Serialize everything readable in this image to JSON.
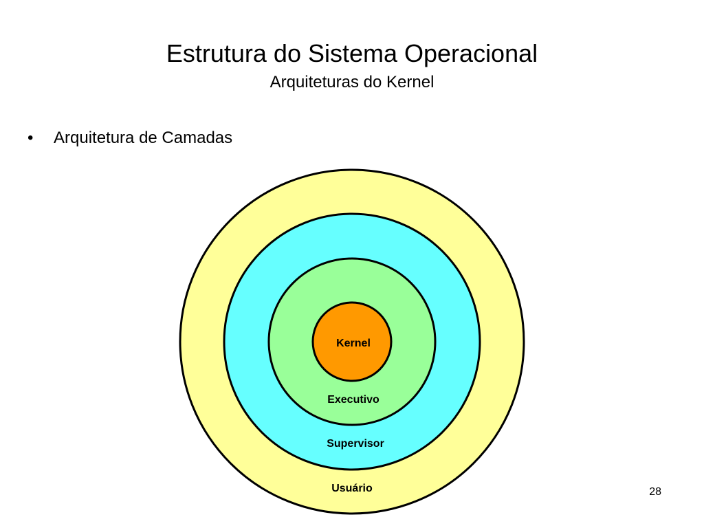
{
  "slide": {
    "title": "Estrutura do Sistema Operacional",
    "subtitle": "Arquiteturas do Kernel",
    "bullets": [
      "Arquitetura de Camadas"
    ],
    "page_number": "28"
  },
  "diagram": {
    "layers": [
      {
        "label": "Usuário",
        "color": "#FFFF99"
      },
      {
        "label": "Supervisor",
        "color": "#66FFFF"
      },
      {
        "label": "Executivo",
        "color": "#99FF99"
      },
      {
        "label": "Kernel",
        "color": "#FF9900"
      }
    ],
    "stroke_color": "#000000"
  }
}
